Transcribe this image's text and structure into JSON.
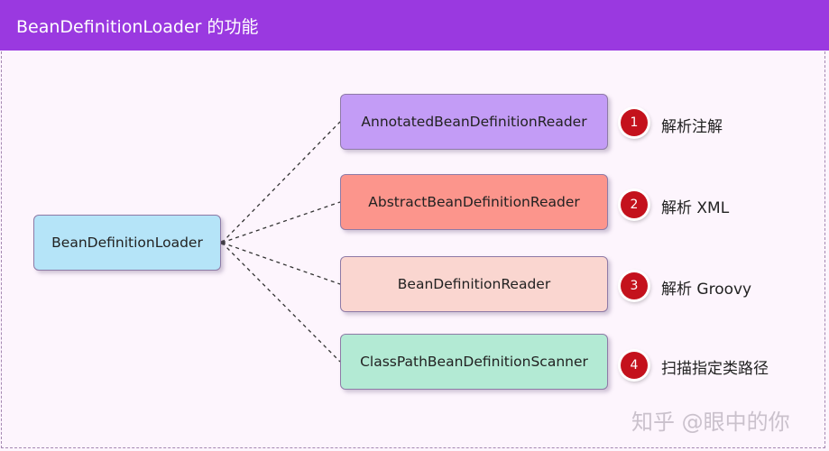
{
  "header": {
    "title": "BeanDefinitionLoader 的功能"
  },
  "root": {
    "label": "BeanDefinitionLoader"
  },
  "readers": [
    {
      "label": "AnnotatedBeanDefinitionReader",
      "badge": "1",
      "feature": "解析注解",
      "color": "#c39cf6"
    },
    {
      "label": "AbstractBeanDefinitionReader",
      "badge": "2",
      "feature": "解析 XML",
      "color": "#fc958c"
    },
    {
      "label": "BeanDefinitionReader",
      "badge": "3",
      "feature": "解析 Groovy",
      "color": "#fad6d0"
    },
    {
      "label": "ClassPathBeanDefinitionScanner",
      "badge": "4",
      "feature": "扫描指定类路径",
      "color": "#b3ead4"
    }
  ],
  "colors": {
    "header": "#9a39e0",
    "badge": "#c4121c",
    "root": "#b5e4f8",
    "background": "#fdf5fd"
  },
  "watermark": "知乎 @眼中的你"
}
